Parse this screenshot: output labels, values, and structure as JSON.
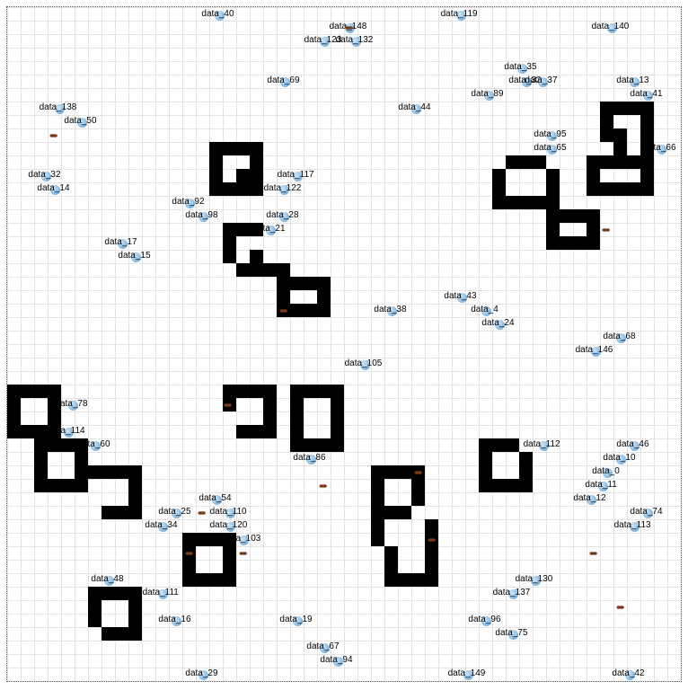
{
  "axis_ticks": [
    "0",
    "20"
  ],
  "nodes": [
    {
      "label": "data_40"
    },
    {
      "label": "data_119"
    },
    {
      "label": "data_148"
    },
    {
      "label": "data_140"
    },
    {
      "label": "data_123"
    },
    {
      "label": "data_132"
    },
    {
      "label": "data_35"
    },
    {
      "label": "data_69"
    },
    {
      "label": "data_33"
    },
    {
      "label": "data_37"
    },
    {
      "label": "data_13"
    },
    {
      "label": "data_89"
    },
    {
      "label": "data_41"
    },
    {
      "label": "data_138"
    },
    {
      "label": "data_44"
    },
    {
      "label": "data_50"
    },
    {
      "label": "data_95"
    },
    {
      "label": "data_65"
    },
    {
      "label": "data_66"
    },
    {
      "label": "data_32"
    },
    {
      "label": "data_117"
    },
    {
      "label": "data_14"
    },
    {
      "label": "data_122"
    },
    {
      "label": "data_92"
    },
    {
      "label": "data_98"
    },
    {
      "label": "data_28"
    },
    {
      "label": "data_21"
    },
    {
      "label": "data_17"
    },
    {
      "label": "data_15"
    },
    {
      "label": "data_43"
    },
    {
      "label": "data_38"
    },
    {
      "label": "data_4"
    },
    {
      "label": "data_24"
    },
    {
      "label": "data_68"
    },
    {
      "label": "data_146"
    },
    {
      "label": "data_105"
    },
    {
      "label": "data_78"
    },
    {
      "label": "data_114"
    },
    {
      "label": "data_60"
    },
    {
      "label": "data_112"
    },
    {
      "label": "data_46"
    },
    {
      "label": "data_86"
    },
    {
      "label": "data_10"
    },
    {
      "label": "data_0"
    },
    {
      "label": "data_11"
    },
    {
      "label": "data_12"
    },
    {
      "label": "data_54"
    },
    {
      "label": "data_25"
    },
    {
      "label": "data_110"
    },
    {
      "label": "data_74"
    },
    {
      "label": "data_34"
    },
    {
      "label": "data_120"
    },
    {
      "label": "data_113"
    },
    {
      "label": "data_103"
    },
    {
      "label": "data_48"
    },
    {
      "label": "data_130"
    },
    {
      "label": "data_111"
    },
    {
      "label": "data_137"
    },
    {
      "label": "data_16"
    },
    {
      "label": "data_19"
    },
    {
      "label": "data_96"
    },
    {
      "label": "data_75"
    },
    {
      "label": "data_67"
    },
    {
      "label": "data_94"
    },
    {
      "label": "data_29"
    },
    {
      "label": "data_149"
    },
    {
      "label": "data_42"
    }
  ],
  "icons": {
    "node": "data-node-icon",
    "ant": "ant-icon",
    "wall": "wall-block"
  },
  "colors": {
    "wall": "#000000",
    "grid": "#e3e3e3",
    "node": "#8fc0e6",
    "ant": "#7a3b1a"
  }
}
